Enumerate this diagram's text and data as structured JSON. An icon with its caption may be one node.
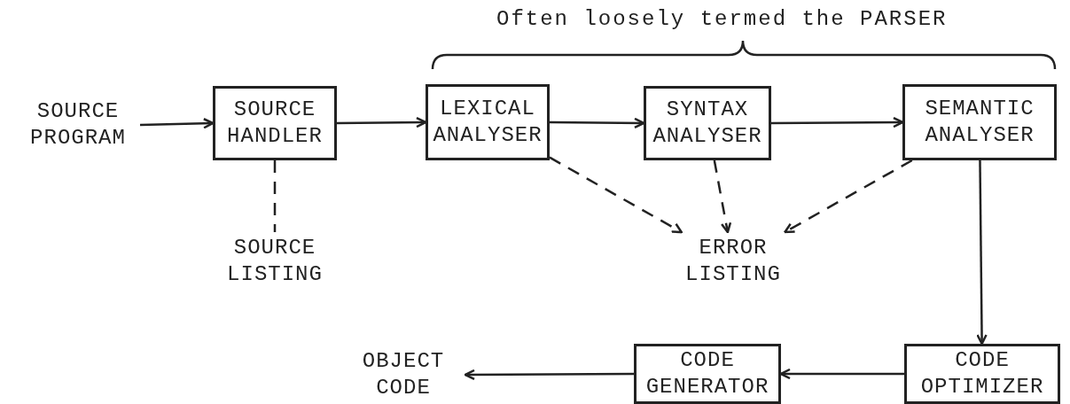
{
  "diagram": {
    "nodes": [
      {
        "text": [
          "SOURCE PROGRAM"
        ]
      },
      {
        "text": [
          "SOURCE HANDLER"
        ]
      },
      {
        "text": [
          "LEXICAL ANALYSER"
        ]
      },
      {
        "text": [
          "SYNTAX ANALYSER"
        ]
      },
      {
        "text": [
          "SEMANTIC ANALYSER"
        ]
      },
      {
        "text": [
          "SOURCE LISTING"
        ]
      },
      {
        "text": [
          "ERROR LISTING"
        ]
      },
      {
        "text": [
          "CODE OPTIMIZER"
        ]
      },
      {
        "text": [
          "CODE GENERATOR"
        ]
      },
      {
        "text": [
          "OBJECT CODE"
        ]
      }
    ],
    "edges": [
      {
        "from": 0,
        "to": 1,
        "arrow": "to"
      },
      {
        "from": 1,
        "to": 2,
        "arrow": "to"
      },
      {
        "from": 2,
        "to": 3,
        "arrow": "to"
      },
      {
        "from": 3,
        "to": 4,
        "arrow": "to"
      },
      {
        "from": 1,
        "to": 5,
        "arrow": "none",
        "style": "dashed"
      },
      {
        "from": 2,
        "to": 6,
        "arrow": "to",
        "style": "dashed"
      },
      {
        "from": 3,
        "to": 6,
        "arrow": "to",
        "style": "dashed"
      },
      {
        "from": 4,
        "to": 6,
        "arrow": "to",
        "style": "dashed"
      },
      {
        "from": 4,
        "to": 7,
        "arrow": "to"
      },
      {
        "from": 7,
        "to": 8,
        "arrow": "to"
      },
      {
        "from": 8,
        "to": 9,
        "arrow": "to"
      }
    ],
    "labels": [
      "Often loosely termed the PARSER"
    ]
  }
}
